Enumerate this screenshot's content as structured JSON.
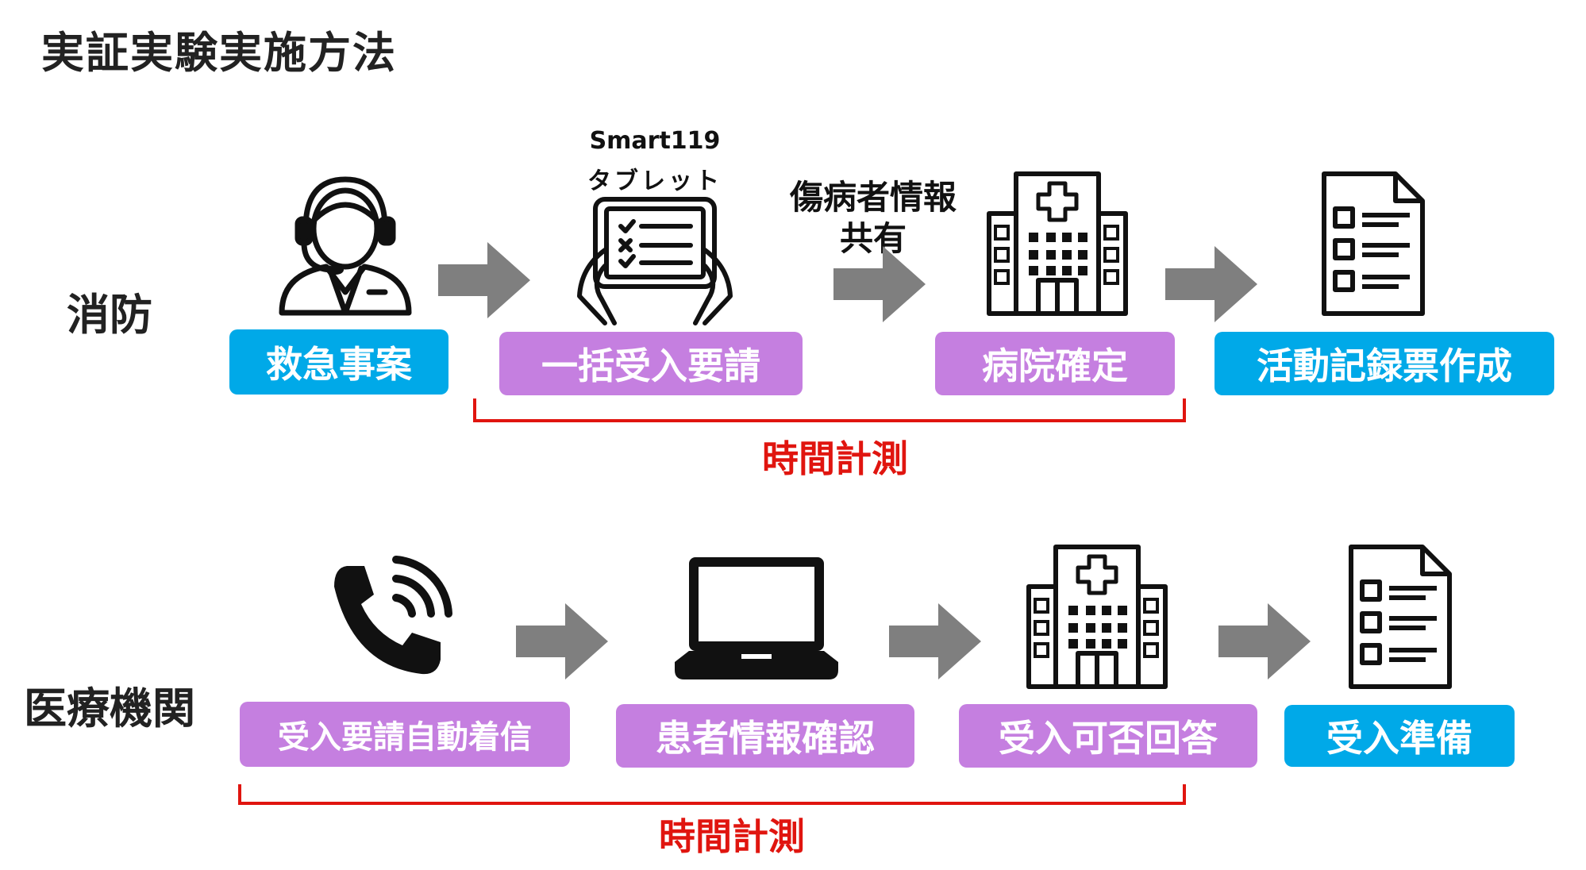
{
  "title": "実証実験実施方法",
  "rows": {
    "fire": {
      "label": "消防",
      "steps": [
        "救急事案",
        "一括受入要請",
        "病院確定",
        "活動記録票作成"
      ],
      "tablet_caption_1": "Smart119",
      "tablet_caption_2": "タブレット",
      "share_caption_1": "傷病者情報",
      "share_caption_2": "共有",
      "measure_label": "時間計測"
    },
    "medical": {
      "label": "医療機関",
      "steps": [
        "受入要請自動着信",
        "患者情報確認",
        "受入可否回答",
        "受入準備"
      ],
      "measure_label": "時間計測"
    }
  },
  "icons": {
    "fire": [
      "operator-headset-icon",
      "tablet-checklist-icon",
      "hospital-icon",
      "document-checklist-icon"
    ],
    "medical": [
      "phone-call-icon",
      "laptop-icon",
      "hospital-icon",
      "document-checklist-icon"
    ]
  },
  "colors": {
    "blue_step": "#00a9e8",
    "purple_step": "#c57fe0",
    "arrow": "#7f7f7f",
    "measure": "#e0150f"
  }
}
